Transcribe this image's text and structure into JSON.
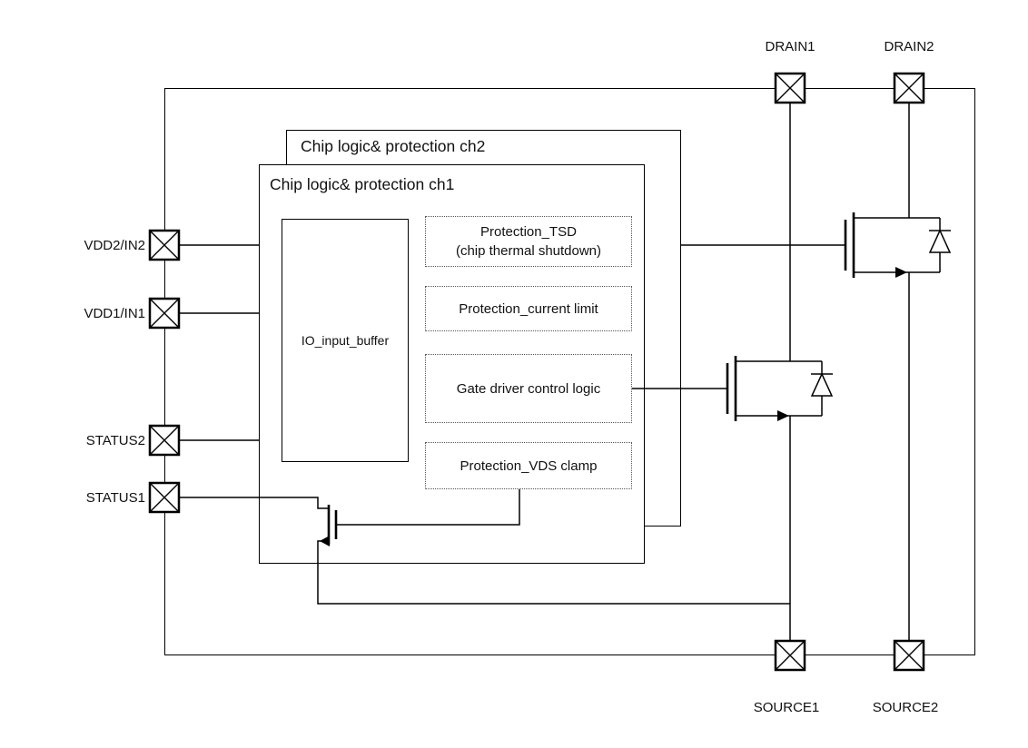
{
  "diagram": {
    "pins": {
      "top": [
        {
          "label": "DRAIN1"
        },
        {
          "label": "DRAIN2"
        }
      ],
      "bottom": [
        {
          "label": "SOURCE1"
        },
        {
          "label": "SOURCE2"
        }
      ],
      "left": [
        {
          "label": "VDD2/IN2"
        },
        {
          "label": "VDD1/IN1"
        },
        {
          "label": "STATUS2"
        },
        {
          "label": "STATUS1"
        }
      ]
    },
    "blocks": {
      "ch2": {
        "title": "Chip logic& protection ch2"
      },
      "ch1": {
        "title": "Chip logic& protection ch1"
      },
      "io_buffer": {
        "label": "IO_input_buffer"
      },
      "protection_tsd": {
        "label": "Protection_TSD",
        "sublabel": "(chip thermal shutdown)"
      },
      "protection_current_limit": {
        "label": "Protection_current limit"
      },
      "gate_driver": {
        "label": "Gate driver control logic"
      },
      "protection_vds_clamp": {
        "label": "Protection_VDS clamp"
      }
    },
    "components": {
      "mosfet_ch1": "power-nmos-with-body-diode",
      "mosfet_ch2": "power-nmos-with-body-diode",
      "status_fet": "small-nmos-status-switch"
    },
    "colors": {
      "line": "#000000",
      "background": "#ffffff",
      "text": "#111111"
    }
  }
}
